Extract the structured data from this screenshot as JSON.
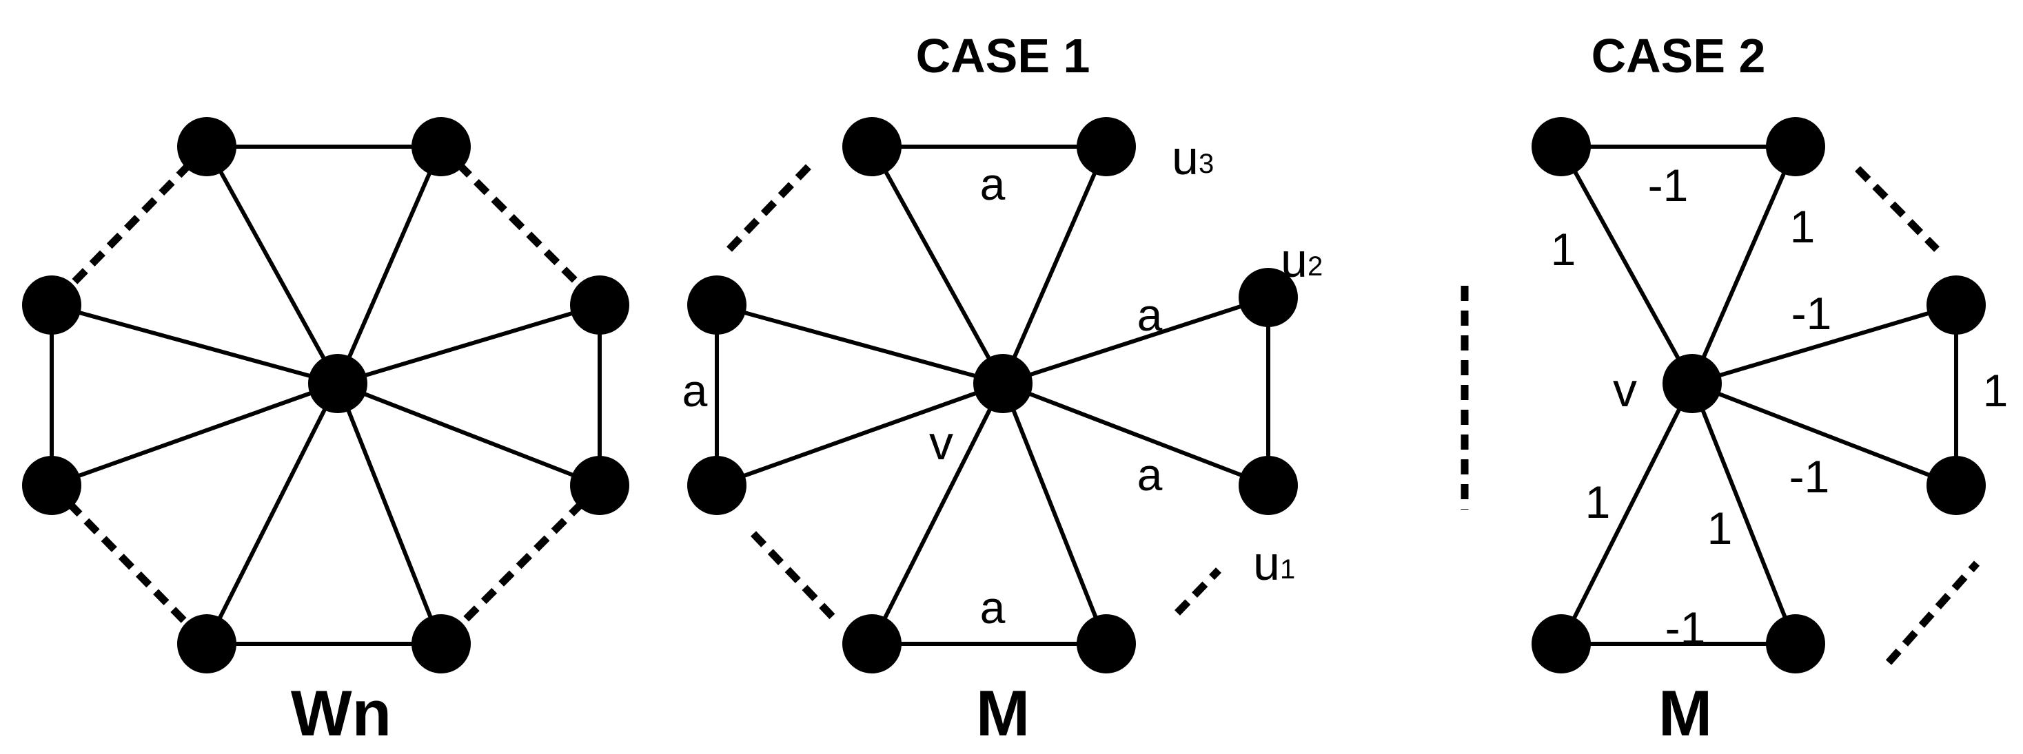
{
  "case_titles": {
    "case1": "CASE 1",
    "case2": "CASE 2"
  },
  "graph_names": {
    "wheel": "Wn",
    "case1": "M",
    "case2": "M"
  },
  "vertex_labels": {
    "u3": {
      "main": "u",
      "sub": "3"
    },
    "u2": {
      "main": "u",
      "sub": "2"
    },
    "u1": {
      "main": "u",
      "sub": "1"
    },
    "v_case1": "v",
    "v_case2": "v"
  },
  "case1_edge_labels": [
    "a",
    "a",
    "a",
    "a",
    "a"
  ],
  "case2_edge_labels": [
    "-1",
    "1",
    "1",
    "-1",
    "1",
    "-1",
    "1",
    "1",
    "-1"
  ],
  "colors": {
    "ink": "#000000",
    "background": "#ffffff"
  }
}
